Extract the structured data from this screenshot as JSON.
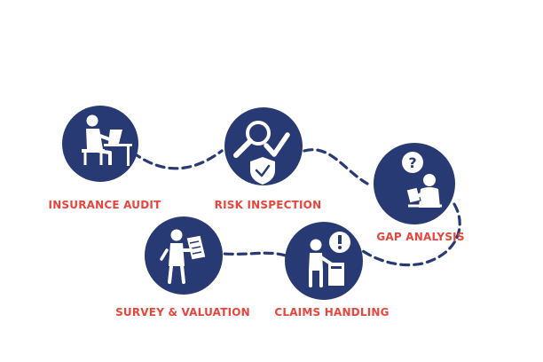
{
  "colors": {
    "navy": "#283a73",
    "label_red": "#e8453c",
    "icon_white": "#ffffff",
    "background": "#ffffff"
  },
  "steps": [
    {
      "label": "INSURANCE AUDIT",
      "icon": "person-at-desk-icon"
    },
    {
      "label": "RISK INSPECTION",
      "icon": "magnifier-shield-check-icon"
    },
    {
      "label": "GAP ANALYSIS",
      "icon": "person-question-icon"
    },
    {
      "label": "CLAIMS HANDLING",
      "icon": "person-exclamation-icon"
    },
    {
      "label": "SURVEY & VALUATION",
      "icon": "person-clipboard-icon"
    }
  ]
}
